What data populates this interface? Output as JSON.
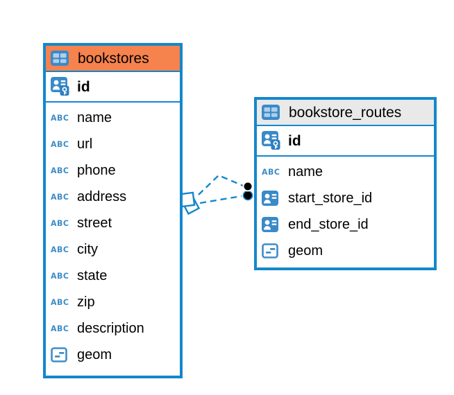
{
  "diagram": {
    "colors": {
      "accent_blue": "#1487CC",
      "icon_blue": "#3A8AC8",
      "icon_cell_blue": "#AFCFEA",
      "key_square_blue": "#2F7EC1",
      "bookstores_header_bg": "#F6824D",
      "routes_header_bg": "#E9E9E9",
      "text_color": "#000000",
      "relationship_dot": "#000000"
    },
    "tables": [
      {
        "id": "bookstores",
        "name": "bookstores",
        "header_bg": "#F6824D",
        "primary_field": {
          "name": "id",
          "type": "pk"
        },
        "fields": [
          {
            "name": "name",
            "type": "text"
          },
          {
            "name": "url",
            "type": "text"
          },
          {
            "name": "phone",
            "type": "text"
          },
          {
            "name": "address",
            "type": "text"
          },
          {
            "name": "street",
            "type": "text"
          },
          {
            "name": "city",
            "type": "text"
          },
          {
            "name": "state",
            "type": "text"
          },
          {
            "name": "zip",
            "type": "text"
          },
          {
            "name": "description",
            "type": "text"
          },
          {
            "name": "geom",
            "type": "geometry"
          }
        ]
      },
      {
        "id": "bookstore_routes",
        "name": "bookstore_routes",
        "header_bg": "#E9E9E9",
        "primary_field": {
          "name": "id",
          "type": "pk"
        },
        "fields": [
          {
            "name": "name",
            "type": "text"
          },
          {
            "name": "start_store_id",
            "type": "fk"
          },
          {
            "name": "end_store_id",
            "type": "fk"
          },
          {
            "name": "geom",
            "type": "geometry"
          }
        ]
      }
    ],
    "relationships": [
      {
        "from": "bookstores",
        "to": "bookstore_routes"
      },
      {
        "from": "bookstores",
        "to": "bookstore_routes"
      }
    ]
  }
}
